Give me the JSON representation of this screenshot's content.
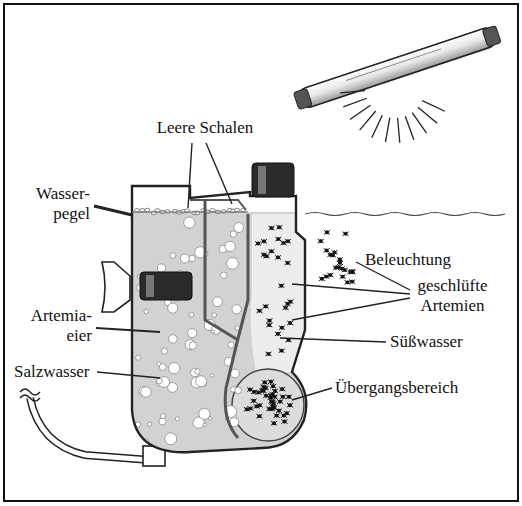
{
  "diagram": {
    "labels": [
      "Leere Schalen",
      "Wasser- pegel",
      "Beleuchtung",
      "geschlüfte Artemien",
      "Artemia- eier",
      "Süßwasser",
      "Salzwasser",
      "Übergangsbereich"
    ]
  }
}
